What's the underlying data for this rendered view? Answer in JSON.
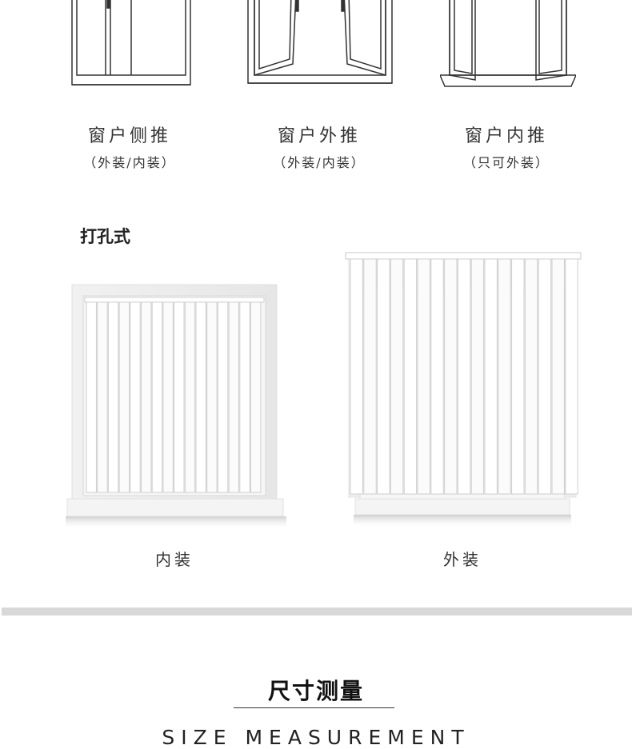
{
  "window_types": [
    {
      "title": "窗户侧推",
      "subtitle": "（外装/内装）",
      "icon": "sliding-window-icon"
    },
    {
      "title": "窗户外推",
      "subtitle": "（外装/内装）",
      "icon": "outward-casement-window-icon"
    },
    {
      "title": "窗户内推",
      "subtitle": "（只可外装）",
      "icon": "inward-casement-window-icon"
    }
  ],
  "section_label": "打孔式",
  "install_types": [
    {
      "caption": "内装",
      "icon": "inside-mount-blind-icon"
    },
    {
      "caption": "外装",
      "icon": "outside-mount-blind-icon"
    }
  ],
  "size_section": {
    "title": "尺寸测量",
    "subtitle": "SIZE MEASUREMENT"
  },
  "colors": {
    "divider": "#d8d8d8",
    "line_art": "#333333"
  }
}
